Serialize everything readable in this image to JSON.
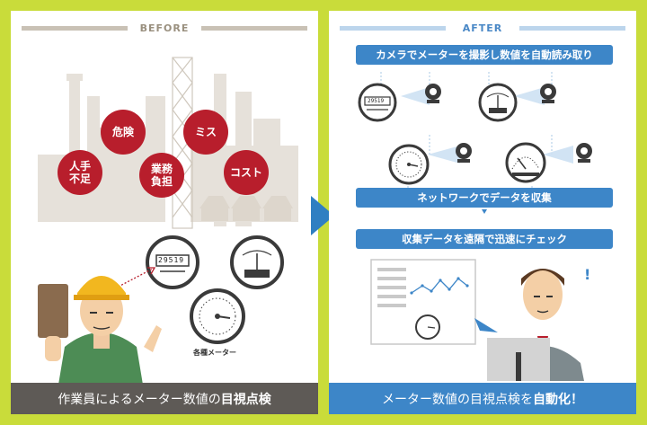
{
  "before": {
    "header": "BEFORE",
    "bubbles": [
      "人手\n不足",
      "危険",
      "業務\n負担",
      "ミス",
      "コスト"
    ],
    "meter_label": "各種メーター",
    "footer_normal": "作業員によるメーター数値の",
    "footer_bold": "目視点検",
    "odometer": "29519"
  },
  "after": {
    "header": "AFTER",
    "steps": [
      "カメラでメーターを撮影し数値を自動読み取り",
      "ネットワークでデータを収集",
      "収集データを遠隔で迅速にチェック"
    ],
    "footer_normal": "メーター数値の目視点検を",
    "footer_bold": "自動化！",
    "odometer": "29519",
    "exclaim": "!"
  },
  "colors": {
    "background": "#c9dc3a",
    "bubble": "#b81e2c",
    "accent": "#3d86c8",
    "dark_footer": "#5e5a56"
  }
}
